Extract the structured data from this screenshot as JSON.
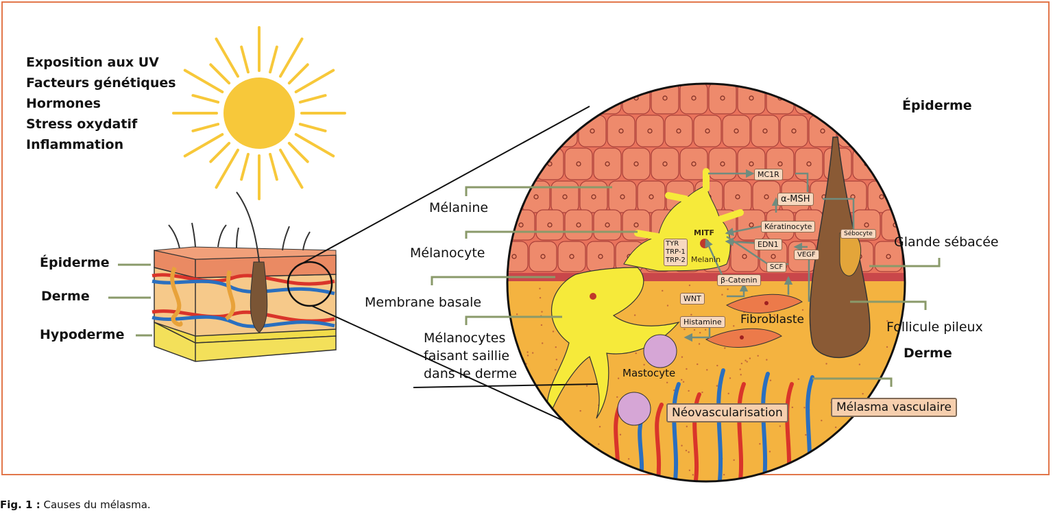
{
  "causes": {
    "items": [
      "Exposition aux UV",
      "Facteurs génétiques",
      "Hormones",
      "Stress oxydatif",
      "Inflammation"
    ]
  },
  "skin_layers": {
    "epiderme": "Épiderme",
    "derme": "Derme",
    "hypoderme": "Hypoderme"
  },
  "zoom_labels": {
    "epiderme": "Épiderme",
    "derme": "Derme",
    "melanine": "Mélanine",
    "melanocyte": "Mélanocyte",
    "membrane_basale": "Membrane basale",
    "melanocytes_saillie": [
      "Mélanocytes",
      "faisant saillie",
      "dans le derme"
    ],
    "glande_sebacee": "Glande sébacée",
    "follicule_pileux": "Follicule pileux",
    "fibroblaste": "Fibroblaste",
    "mastocyte": "Mastocyte",
    "mitf": "MITF",
    "melanin": "Melanin",
    "tyr": [
      "TYR",
      "TRP-1",
      "TRP-2"
    ]
  },
  "tags": {
    "mc1r": "MC1R",
    "amsh": "α-MSH",
    "keratinocyte": "Kératinocyte",
    "edn1": "EDN1",
    "vegf": "VEGF",
    "scf": "SCF",
    "sebocyte": "Sébocyte",
    "bcatenin": "β-Catenin",
    "wnt": "WNT",
    "histamine": "Histamine",
    "neovascularisation": "Néovascularisation",
    "melasma_vasculaire": "Mélasma vasculaire"
  },
  "caption": {
    "label": "Fig. 1 :",
    "text": " Causes du mélasma."
  },
  "colors": {
    "border": "#e2764a",
    "sun": "#f7c83a",
    "epidermis": "#e9735c",
    "dermis": "#f4b340",
    "melanocyte": "#f6ea3a",
    "vessel_red": "#d9342a",
    "vessel_blue": "#2a6fbf",
    "arrow": "#8a9a6a"
  }
}
